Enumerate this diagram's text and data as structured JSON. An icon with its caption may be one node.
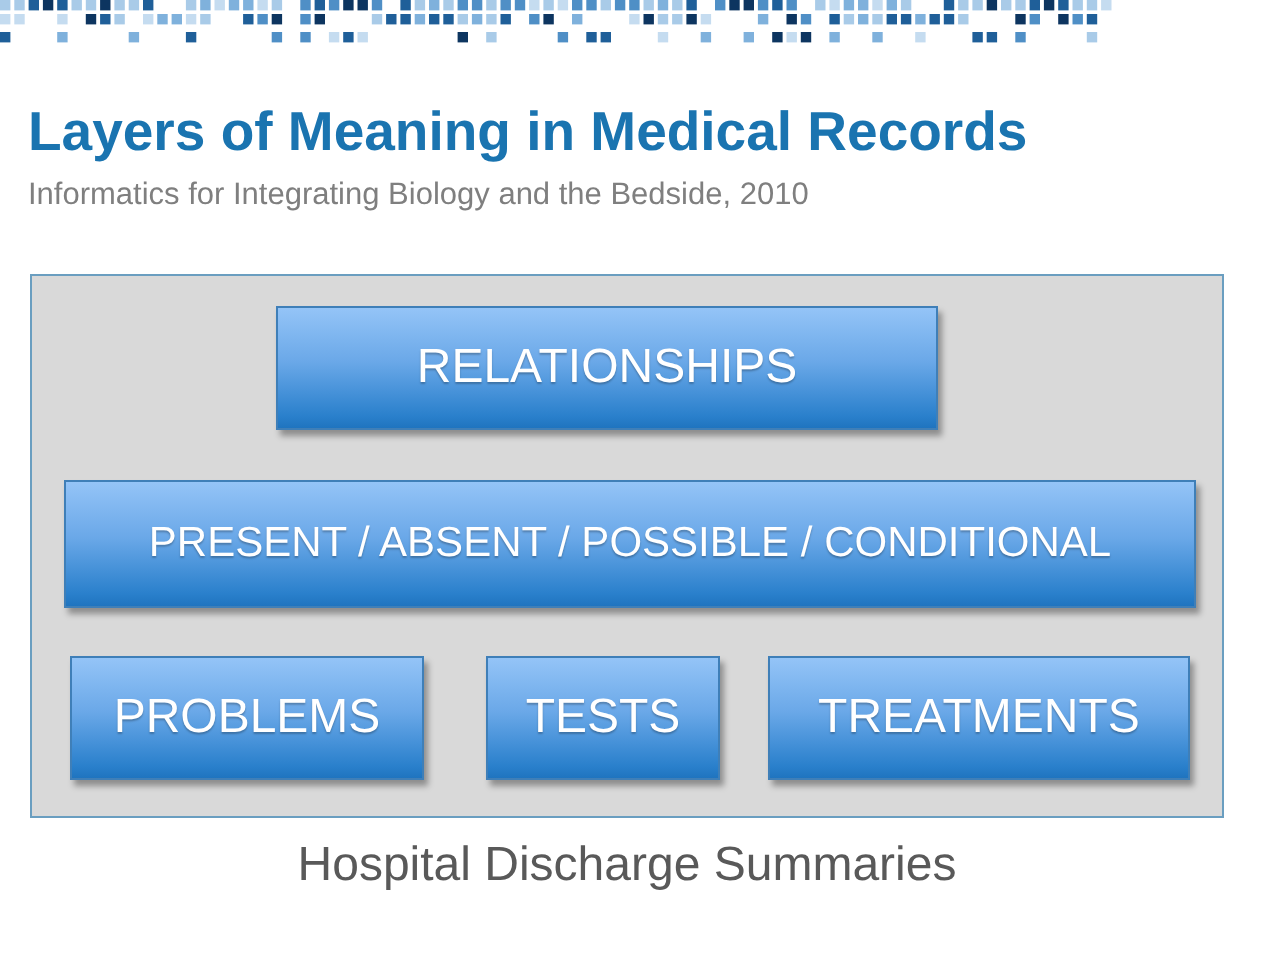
{
  "diagram": {
    "title": "Layers of Meaning in Medical Records",
    "nodes": [
      {
        "text": [],
        "shape": "box",
        "beside": [
          "Hospital Discharge Summaries"
        ]
      },
      {
        "text": [
          "RELATIONSHIPS"
        ],
        "in": 0
      },
      {
        "text": [
          "PRESENT / ABSENT / POSSIBLE / CONDITIONAL"
        ],
        "in": 0
      },
      {
        "text": [
          "PROBLEMS"
        ],
        "in": 0
      },
      {
        "text": [
          "TESTS"
        ],
        "in": 0
      },
      {
        "text": [
          "TREATMENTS"
        ],
        "in": 0
      }
    ],
    "labels": [
      "Informatics for Integrating Biology and the Bedside, 2010"
    ]
  }
}
